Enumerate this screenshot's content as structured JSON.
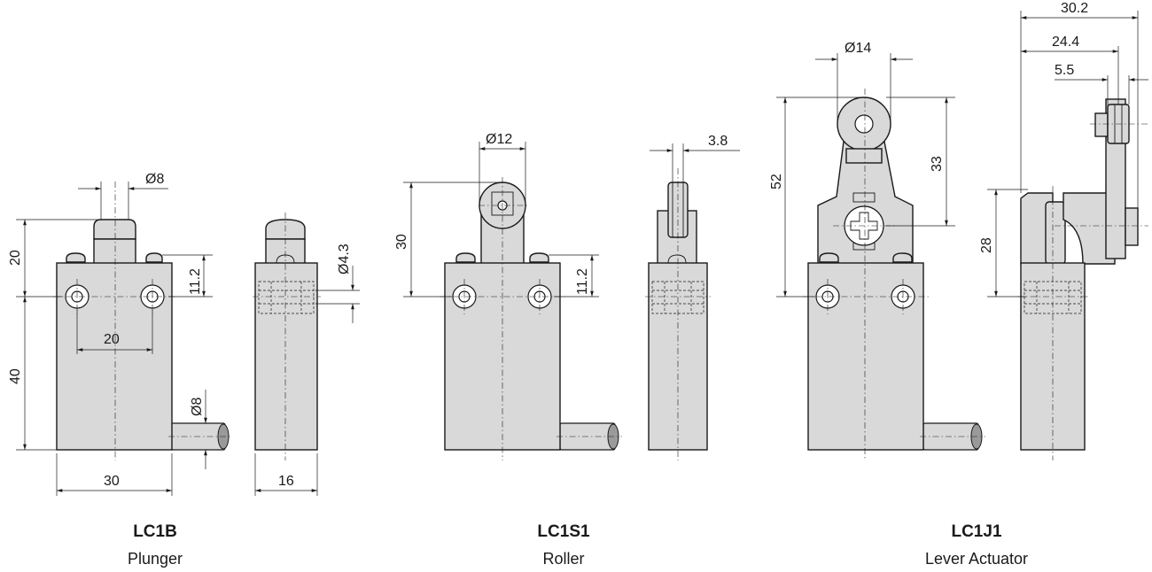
{
  "products": [
    {
      "model": "LC1B",
      "type": "Plunger"
    },
    {
      "model": "LC1S1",
      "type": "Roller"
    },
    {
      "model": "LC1J1",
      "type": "Lever Actuator"
    }
  ],
  "dimensions": {
    "lc1b_front": {
      "plunger_dia": "Ø8",
      "height_top": "20",
      "height_body": "40",
      "offset": "11.2",
      "hole_spacing": "20",
      "width": "30",
      "cable_dia": "Ø8"
    },
    "lc1b_side": {
      "hole_dia": "Ø4.3",
      "depth": "16"
    },
    "lc1s1_front": {
      "roller_dia": "Ø12",
      "height": "30",
      "offset": "11.2"
    },
    "lc1s1_side": {
      "roller_width": "3.8"
    },
    "lc1j1_front": {
      "roller_dia": "Ø14",
      "height_total": "52",
      "height_pivot": "33"
    },
    "lc1j1_side": {
      "reach_total": "30.2",
      "reach_mid": "24.4",
      "reach_small": "5.5",
      "pivot_height": "28"
    }
  }
}
